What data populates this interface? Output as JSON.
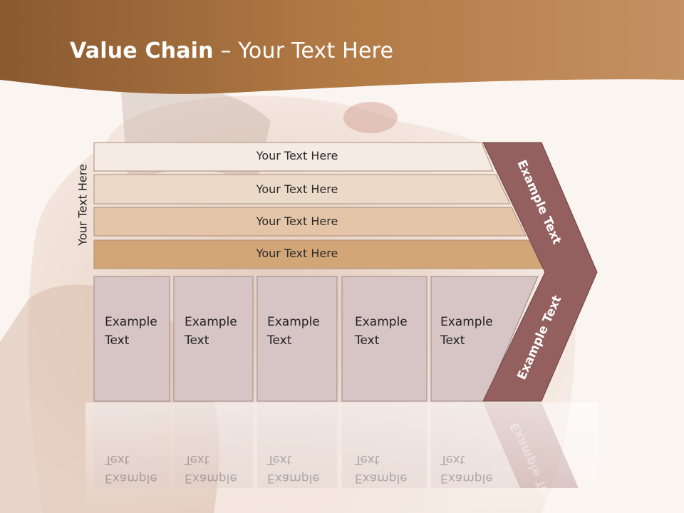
{
  "slide": {
    "title_bold": "Value Chain",
    "title_rest": " – Your Text Here",
    "vertical_label": "Your Text Here",
    "rows": [
      {
        "label": "Your Text Here"
      },
      {
        "label": "Your Text Here"
      },
      {
        "label": "Your Text Here"
      },
      {
        "label": "Your Text Here"
      }
    ],
    "cells": [
      {
        "line1": "Example",
        "line2": "Text"
      },
      {
        "line1": "Example",
        "line2": "Text"
      },
      {
        "line1": "Example",
        "line2": "Text"
      },
      {
        "line1": "Example",
        "line2": "Text"
      },
      {
        "line1": "Example",
        "line2": "Text"
      }
    ],
    "chevron_top_label": "Example Text",
    "chevron_bottom_label": "Example Text",
    "colors": {
      "header": "#a8713f",
      "chevron": "#94605f",
      "row1": "#f5ebe3",
      "row2": "#ecdac9",
      "row3": "#e4c5a8",
      "row4": "#d3a677",
      "cell": "#d7c4c4"
    }
  }
}
